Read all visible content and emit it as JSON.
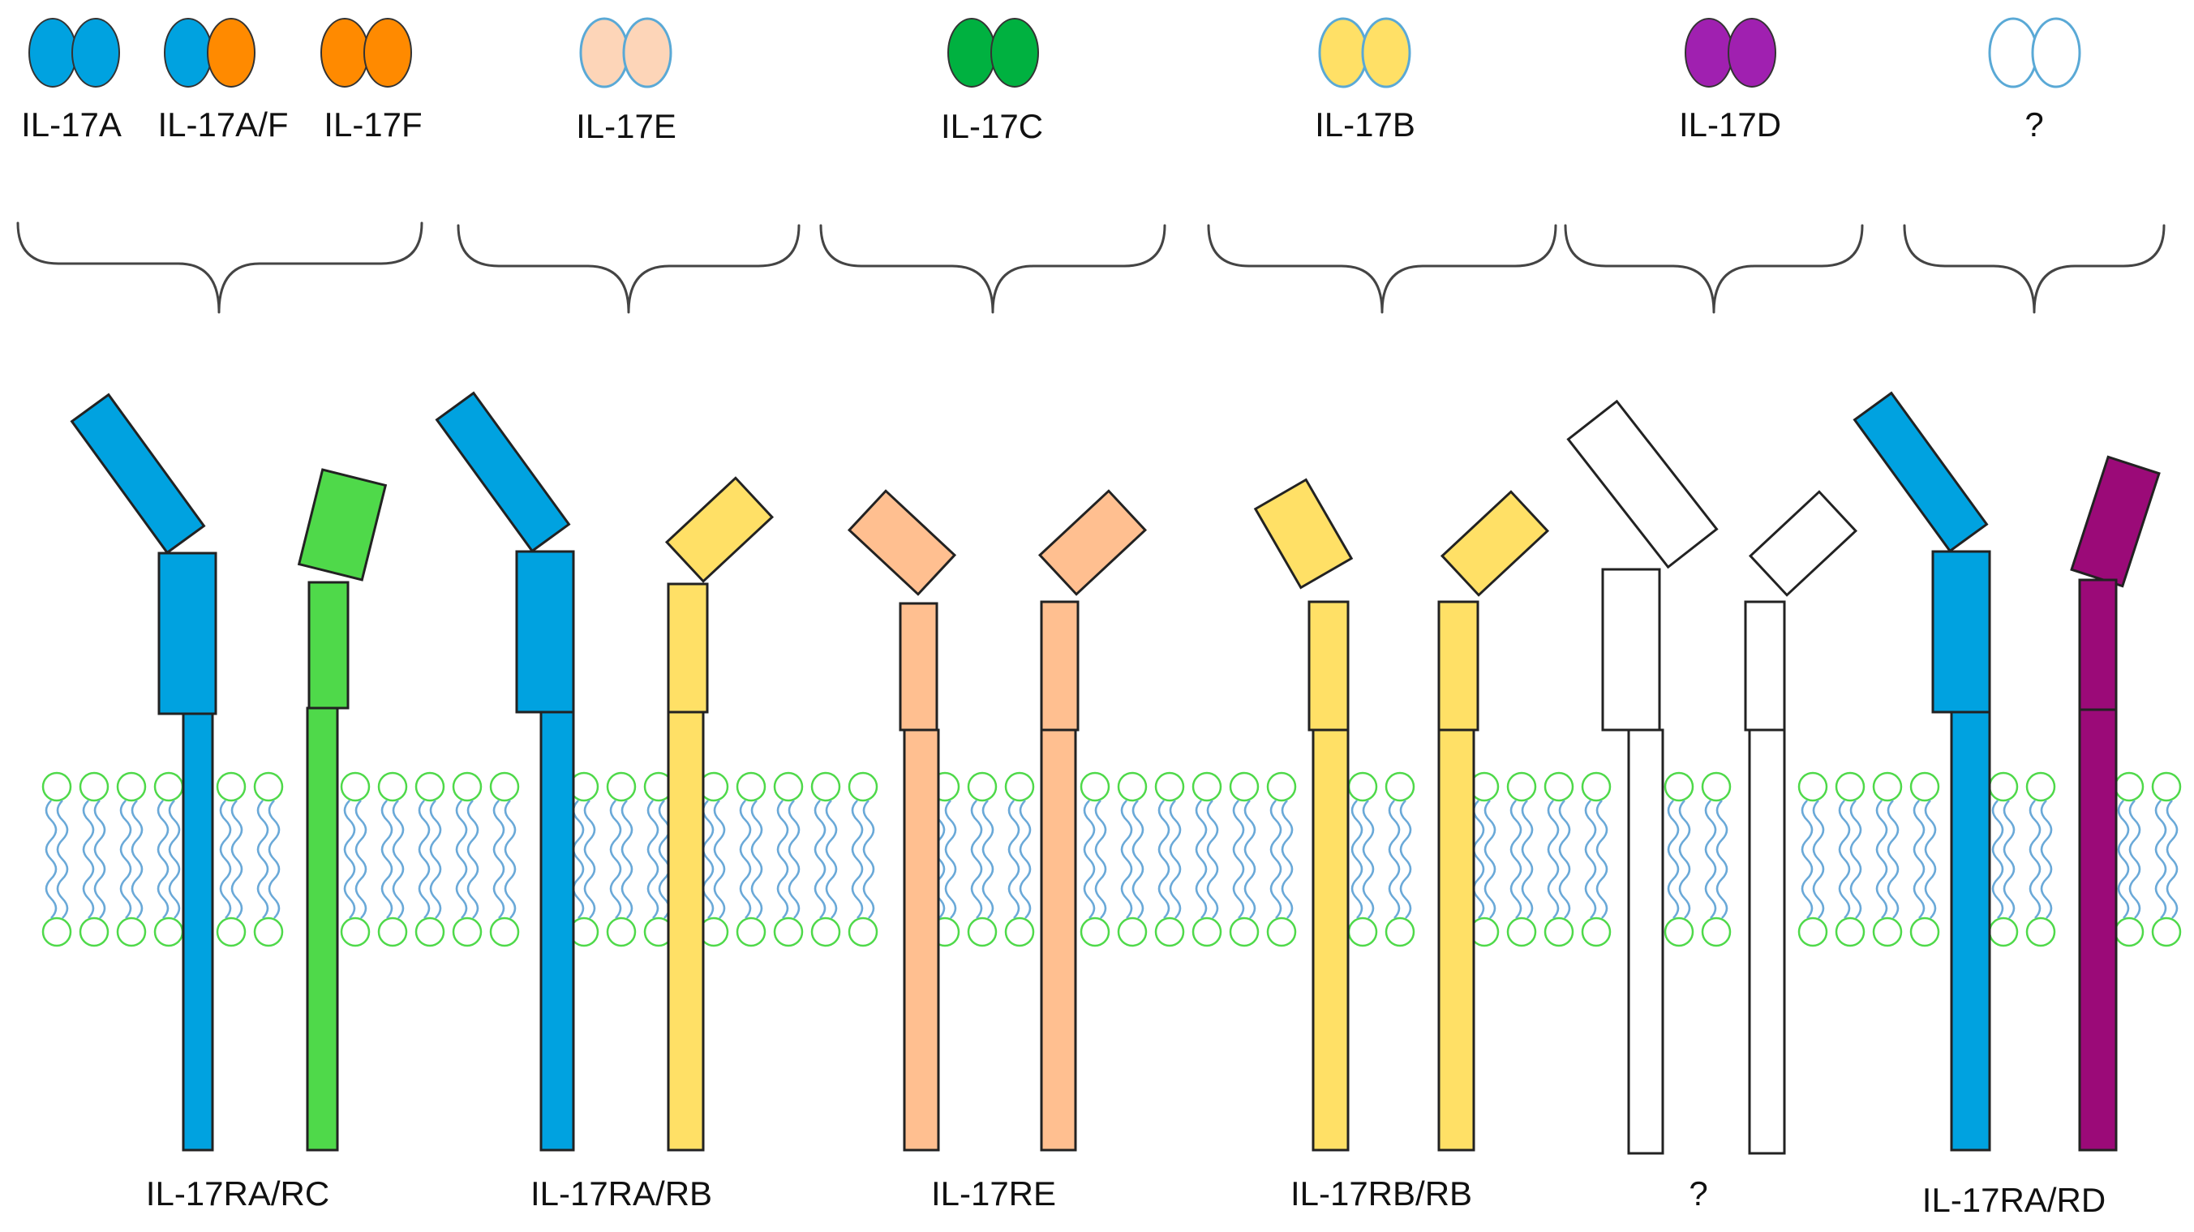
{
  "colors": {
    "il17a": "#00a2e0",
    "il17f": "#ff8a00",
    "il17e": "#fdd5b8",
    "il17c": "#00b140",
    "il17b": "#ffe066",
    "il17d": "#a020b0",
    "unknown_ligand_stroke": "#5aa9d6",
    "rc_green": "#4fd94a",
    "rb_yellow": "#ffe066",
    "re_peach": "#ffbf90",
    "rd_purple": "#9b0a78",
    "membrane_head": "#4fd94a",
    "membrane_tail": "#6aa9d8"
  },
  "ligands": [
    {
      "label": "IL-17A"
    },
    {
      "label": "IL-17A/F"
    },
    {
      "label": "IL-17F"
    },
    {
      "label": "IL-17E"
    },
    {
      "label": "IL-17C"
    },
    {
      "label": "IL-17B"
    },
    {
      "label": "IL-17D"
    },
    {
      "label": "?"
    }
  ],
  "receptors": [
    {
      "label": "IL-17RA/RC"
    },
    {
      "label": "IL-17RA/RB"
    },
    {
      "label": "IL-17RE"
    },
    {
      "label": "IL-17RB/RB"
    },
    {
      "label": "?"
    },
    {
      "label": "IL-17RA/RD"
    }
  ]
}
